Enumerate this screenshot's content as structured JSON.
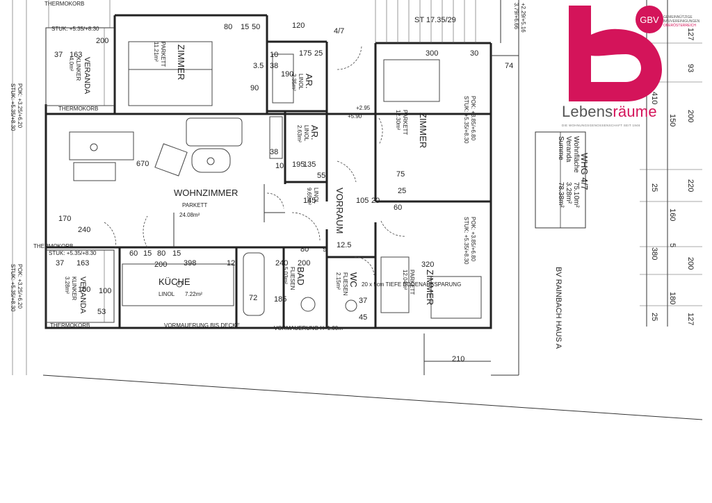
{
  "logo": {
    "word_main": "Lebens",
    "word_accent": "räume",
    "subline": "DIE WOHNUNGSGENOSSENSCHAFT SEIT 1946",
    "badge_letters": "GBV",
    "mini_lines": [
      "GEMEINNÜTZIGE",
      "BAUVEREINIGUNGEN",
      "OBERÖSTERREICH"
    ],
    "brand_color": "#d4145a"
  },
  "area_table": {
    "title": "WHG 4/7",
    "rows": [
      {
        "label": "Wohnfläche",
        "value": "75.10m²"
      },
      {
        "label": "Veranda",
        "value": "3.28m²"
      },
      {
        "label": "Summe",
        "value": "78.38m²"
      }
    ]
  },
  "project_label": "BV RAINBACH HAUS A",
  "unit_label": "4/7",
  "stair_label": "ST 17.35/29",
  "rooms": {
    "wohnzimmer": {
      "name": "WOHNZIMMER",
      "floor": "PARKETT",
      "area": "24.08m²"
    },
    "kueche": {
      "name": "KÜCHE",
      "floor": "LINOL",
      "area": "7.22m²"
    },
    "bad": {
      "name": "BAD",
      "floor": "FLIESEN",
      "area": "5.03m²"
    },
    "wc": {
      "name": "WC",
      "floor": "FLIESEN",
      "area": "2.15m²"
    },
    "vorraum": {
      "name": "VORRAUM",
      "floor": "LINOL",
      "area": "9.65m²"
    },
    "ar1": {
      "name": "AR.",
      "floor": "LINOL",
      "area": "2.35m²"
    },
    "ar2": {
      "name": "AR.",
      "floor": "LINOL",
      "area": "2.63m²"
    },
    "zimmer_top_left": {
      "name": "ZIMMER",
      "floor": "PARKETT",
      "area": "11.21m²"
    },
    "zimmer_right_top": {
      "name": "ZIMMER",
      "floor": "PARKETT",
      "area": "12.30m²"
    },
    "zimmer_right_bottom": {
      "name": "ZIMMER",
      "floor": "PARKETT",
      "area": "12.04m²"
    },
    "veranda_top": {
      "name": "VERANDA",
      "floor": "KLINKER",
      "area": "4.0m²"
    },
    "veranda_bottom": {
      "name": "VERANDA",
      "floor": "KLINKER",
      "area": "3.28m²"
    }
  },
  "notes": {
    "thermokorb_1": "THERMOKORB",
    "thermokorb_2": "THERMOKORB",
    "thermokorb_3": "THERMOKORB",
    "thermokorb_4": "THERMOKORB",
    "vormauerung_decke": "VORMAUERUNG BIS DECKE",
    "vormauerung_h": "VORMAUERUNG H=1.00m",
    "bodenaussparung": "20 x 5cm TIEFE BODENAUSSPARUNG",
    "pok_stuk_1": "POK: +3.25/+6.20",
    "pok_stuk_1b": "STUK: +5.35/+8.30",
    "stuk_top": "STUK: +5.35/+8.30",
    "stuk_mid": "STUK: +5.35/+8.30",
    "pok_right": "POK: +3.85/+6.80",
    "pok_right_b": "STUK: +5.35/+8.30",
    "pok_room": "POK: +3.85/+6.80",
    "pok_room_b": "STUK: +5.35/+8.30",
    "level_top_right_1": "+2.29/+5.16",
    "level_top_right_2": "3.79/+6.66",
    "level_r1": "+2.95",
    "level_r2": "+5.90"
  },
  "dims": {
    "top": [
      "80",
      "15",
      "50",
      "175",
      "25",
      "120",
      "300",
      "30",
      "74"
    ],
    "left": [
      "37",
      "163",
      "37",
      "163",
      "170",
      "240",
      "200"
    ],
    "living": [
      "670",
      "105",
      "20",
      "145"
    ],
    "kitchen": [
      "60",
      "15",
      "80",
      "15",
      "398",
      "12",
      "200",
      "240",
      "200",
      "80",
      "9"
    ],
    "misc": [
      "10",
      "3.5",
      "38",
      "190",
      "90",
      "38",
      "195",
      "135",
      "55",
      "10",
      "75",
      "60",
      "25",
      "12.5",
      "320",
      "100",
      "150",
      "53",
      "72",
      "185",
      "37",
      "45",
      "210"
    ],
    "right_column": [
      "127",
      "93",
      "200",
      "150",
      "220",
      "160",
      "380",
      "200",
      "180",
      "25",
      "127",
      "5",
      "410",
      "25"
    ]
  }
}
